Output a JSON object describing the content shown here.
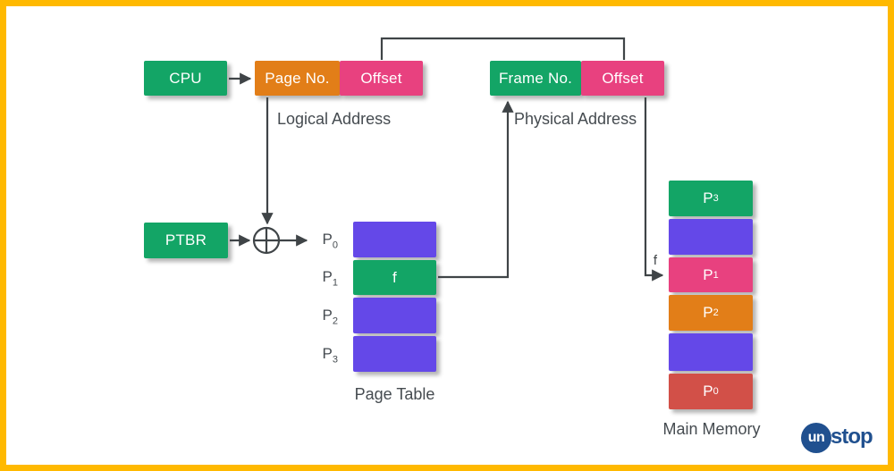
{
  "colors": {
    "green": "#13a566",
    "orange": "#e27e18",
    "pink": "#e8417f",
    "purple": "#6448e8",
    "red": "#d25048",
    "line": "#3f4447",
    "text": "#454b50",
    "border_yellow": "#ffb900",
    "logo_blue": "#20508f"
  },
  "cpu_label": "CPU",
  "ptbr_label": "PTBR",
  "logical_address": {
    "page_no": "Page No.",
    "offset": "Offset",
    "caption": "Logical Address"
  },
  "physical_address": {
    "frame_no": "Frame No.",
    "offset": "Offset",
    "caption": "Physical Address"
  },
  "page_table": {
    "caption": "Page Table",
    "row_labels": [
      {
        "base": "P",
        "sub": "0"
      },
      {
        "base": "P",
        "sub": "1"
      },
      {
        "base": "P",
        "sub": "2"
      },
      {
        "base": "P",
        "sub": "3"
      }
    ],
    "rows": [
      {
        "value": "",
        "color": "purple"
      },
      {
        "value": "f",
        "color": "green"
      },
      {
        "value": "",
        "color": "purple"
      },
      {
        "value": "",
        "color": "purple"
      }
    ]
  },
  "frame_pointer_label": "f",
  "main_memory": {
    "caption": "Main Memory",
    "rows": [
      {
        "base": "P",
        "sub": "3",
        "color": "green"
      },
      {
        "base": "",
        "sub": "",
        "color": "purple"
      },
      {
        "base": "P",
        "sub": "1",
        "color": "pink"
      },
      {
        "base": "P",
        "sub": "2",
        "color": "orange"
      },
      {
        "base": "",
        "sub": "",
        "color": "purple"
      },
      {
        "base": "P",
        "sub": "0",
        "color": "red"
      }
    ]
  },
  "logo": {
    "circle_text": "un",
    "rest_text": "stop"
  }
}
